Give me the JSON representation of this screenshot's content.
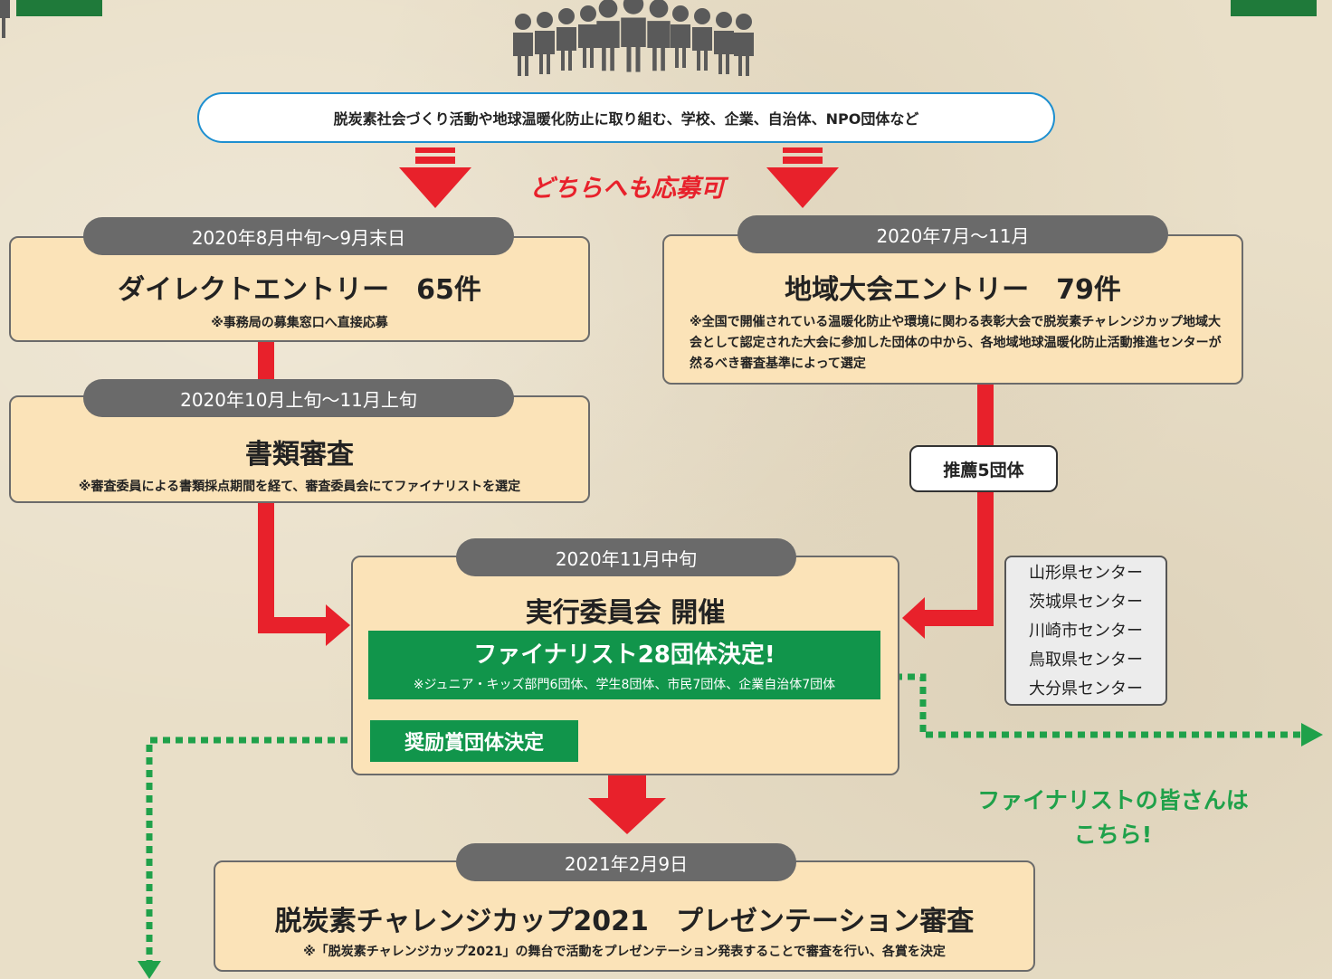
{
  "top_pill": "脱炭素社会づくり活動や地球温暖化防止に取り組む、学校、企業、自治体、NPO団体など",
  "either_label": "どちらへも応募可",
  "direct": {
    "period": "2020年8月中旬〜9月末日",
    "title": "ダイレクトエントリー　65件",
    "note": "※事務局の募集窓口へ直接応募"
  },
  "regional": {
    "period": "2020年7月〜11月",
    "title": "地域大会エントリー　79件",
    "note": "※全国で開催されている温暖化防止や環境に関わる表彰大会で脱炭素チャレンジカップ地域大会として認定された大会に参加した団体の中から、各地域地球温暖化防止活動推進センターが然るべき審査基準によって選定"
  },
  "document": {
    "period": "2020年10月上旬〜11月上旬",
    "title": "書類審査",
    "note": "※審査委員による書類採点期間を経て、審査委員会にてファイナリストを選定"
  },
  "recommend_label": "推薦5団体",
  "centers": [
    "山形県センター",
    "茨城県センター",
    "川崎市センター",
    "鳥取県センター",
    "大分県センター"
  ],
  "committee": {
    "period": "2020年11月中旬",
    "title": "実行委員会 開催",
    "finalist_title": "ファイナリスト28団体決定!",
    "finalist_note": "※ジュニア・キッズ部門6団体、学生8団体、市民7団体、企業自治体7団体",
    "encourage": "奨励賞団体決定"
  },
  "finalist_link": "ファイナリストの皆さんは\nこちら!",
  "presentation": {
    "period": "2021年2月9日",
    "title": "脱炭素チャレンジカップ2021　プレゼンテーション審査",
    "note": "※「脱炭素チャレンジカップ2021」の舞台で活動をプレゼンテーション発表することで審査を行い、各賞を決定"
  },
  "colors": {
    "red": "#e8212b",
    "green": "#11954b",
    "box": "#fbe3b8",
    "tab": "#6a6a6a",
    "background": "#e9dfc8"
  },
  "icons": [
    "people-group-icon"
  ]
}
